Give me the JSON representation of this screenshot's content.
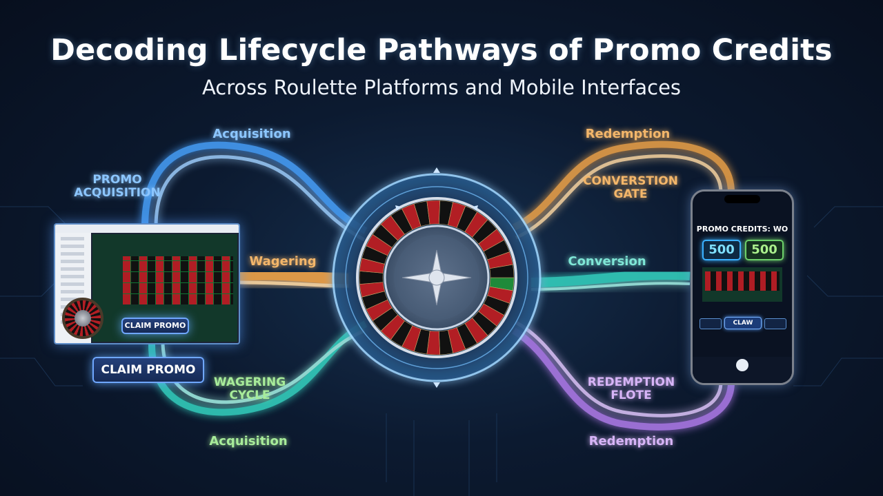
{
  "title": "Decoding Lifecycle Pathways of Promo Credits",
  "subtitle": "Across Roulette Platforms and Mobile Interfaces",
  "labels": {
    "acquisition_top": "Acquisition",
    "promo_acquisition": "PROMO\nACQUISITION",
    "wagering": "Wagering",
    "wagering_cycle": "WAGERING\nCYCLE",
    "acquisition_bottom": "Acquisition",
    "redemption_top": "Redemption",
    "conversion_gate": "CONVERSTION\nGATE",
    "conversion": "Conversion",
    "redemption_flote": "REDEMPTION\nFLOTE",
    "redemption_bottom": "Redemption"
  },
  "buttons": {
    "claim_promo_main": "CLAIM PROMO",
    "claim_promo_desktop": "CLAIM PROMO",
    "claim_mobile": "CLAW"
  },
  "phone": {
    "header": "PROMO CREDITS: WO",
    "credits_left": "500",
    "credits_right": "500"
  },
  "colors": {
    "blue": "#4aa3ff",
    "orange": "#f2a54a",
    "teal": "#35d6c3",
    "green": "#7fe07a",
    "violet": "#b47ef0"
  }
}
